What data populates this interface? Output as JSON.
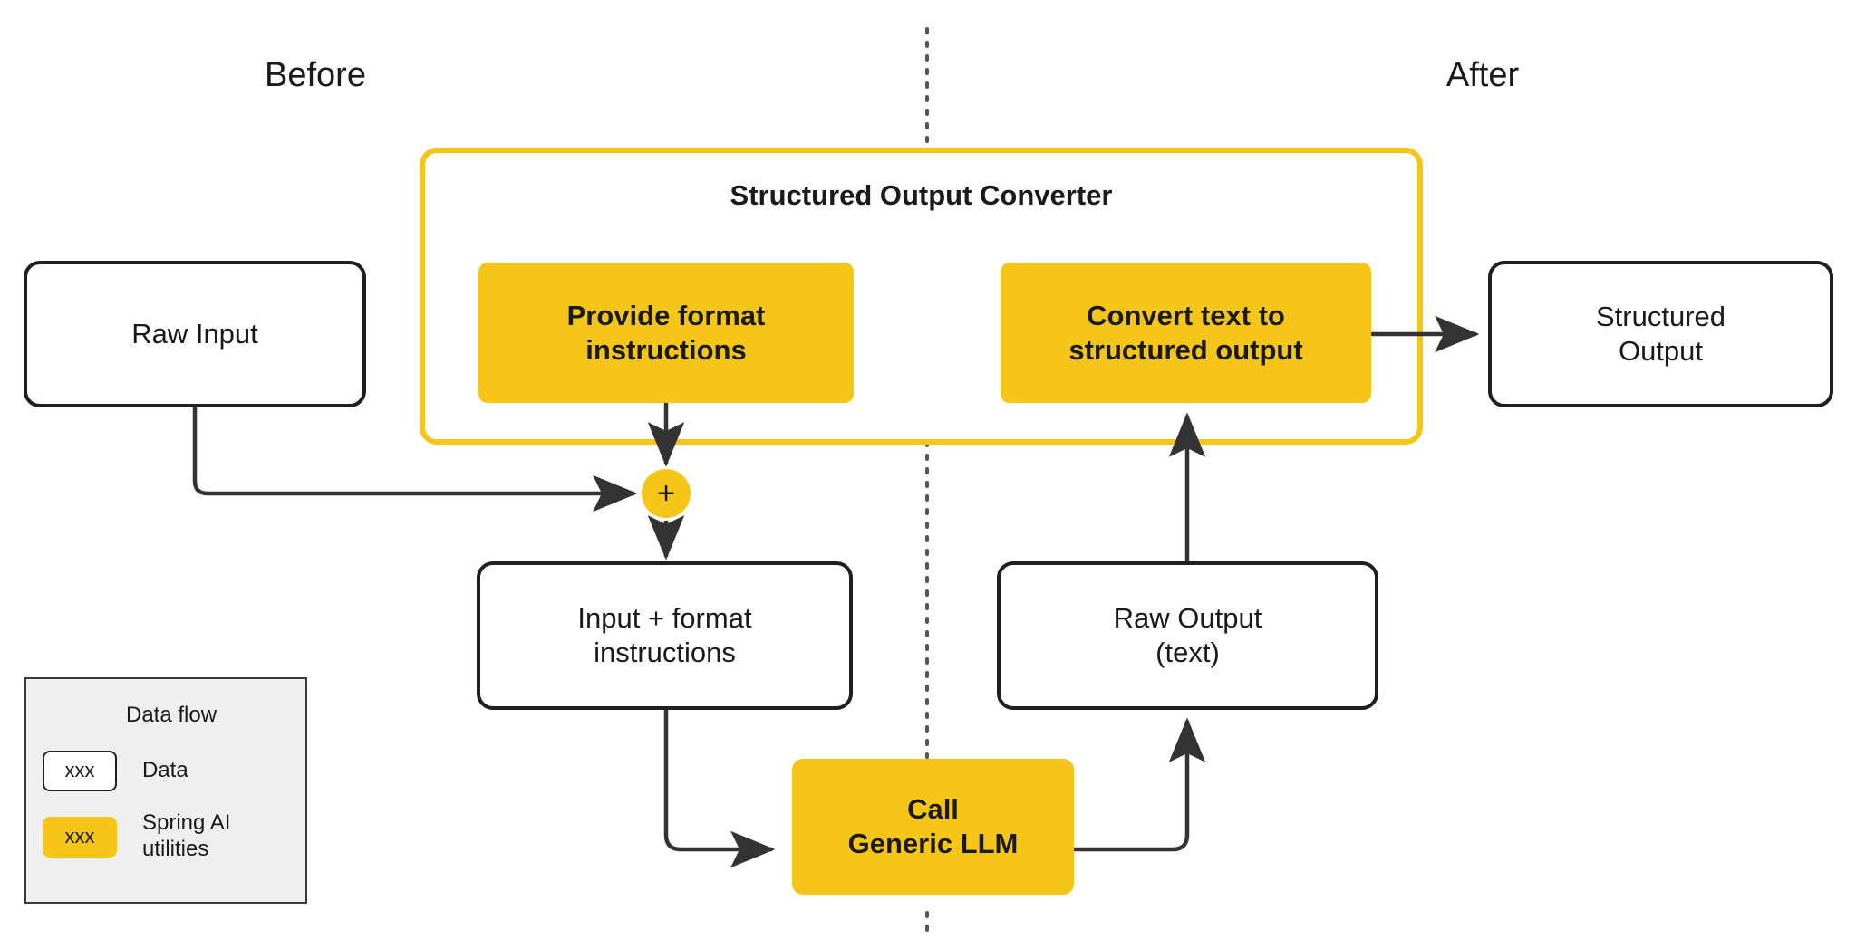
{
  "title": "Structured Output Converter flow diagram",
  "colors": {
    "accent_yellow": "#F5C518",
    "node_stroke": "#1f1f1f",
    "arrow": "#333333",
    "legend_bg": "#efefef",
    "legend_border": "#3a3a3a",
    "text": "#1a1a1a",
    "divider": "#555555"
  },
  "sections": {
    "before_label": "Before",
    "after_label": "After"
  },
  "group": {
    "title": "Structured Output Converter"
  },
  "nodes": {
    "raw_input": {
      "label": "Raw Input",
      "kind": "data"
    },
    "provide_format_instructions": {
      "label": "Provide format\ninstructions",
      "kind": "utility"
    },
    "convert_text": {
      "label": "Convert text to\nstructured  output",
      "kind": "utility"
    },
    "structured_output": {
      "label": "Structured\nOutput",
      "kind": "data"
    },
    "input_plus_format": {
      "label": "Input + format\ninstructions",
      "kind": "data"
    },
    "raw_output": {
      "label": "Raw Output\n(text)",
      "kind": "data"
    },
    "call_generic_llm": {
      "label": "Call\nGeneric LLM",
      "kind": "utility"
    },
    "merge_junction": {
      "label": "+",
      "kind": "junction"
    }
  },
  "legend": {
    "items": [
      {
        "icon": "left-arrow-icon",
        "label": "Data flow",
        "swatch": null
      },
      {
        "icon": "rounded-rect-outline-icon",
        "label": "Data",
        "swatch": "xxx"
      },
      {
        "icon": "rounded-rect-filled-icon",
        "label": "Spring AI\nutilities",
        "swatch": "xxx"
      }
    ]
  },
  "edges": [
    {
      "from": "raw_input",
      "to": "merge_junction"
    },
    {
      "from": "provide_format_instructions",
      "to": "merge_junction"
    },
    {
      "from": "merge_junction",
      "to": "input_plus_format"
    },
    {
      "from": "input_plus_format",
      "to": "call_generic_llm"
    },
    {
      "from": "call_generic_llm",
      "to": "raw_output"
    },
    {
      "from": "raw_output",
      "to": "convert_text"
    },
    {
      "from": "convert_text",
      "to": "structured_output"
    }
  ]
}
